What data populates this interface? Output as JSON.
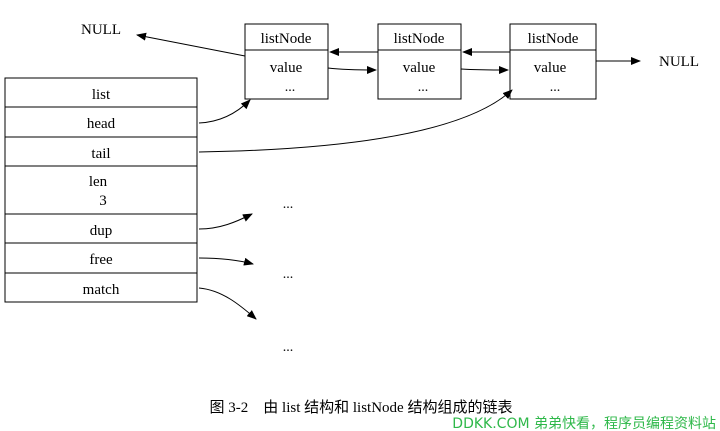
{
  "null_left": "NULL",
  "null_right": "NULL",
  "list_struct": {
    "title": "list",
    "fields": [
      {
        "id": "head",
        "label": "head"
      },
      {
        "id": "tail",
        "label": "tail"
      },
      {
        "id": "len",
        "label": "len",
        "value": "3"
      },
      {
        "id": "dup",
        "label": "dup"
      },
      {
        "id": "free",
        "label": "free"
      },
      {
        "id": "match",
        "label": "match"
      }
    ]
  },
  "nodes": [
    {
      "title": "listNode",
      "value": "value",
      "more": "..."
    },
    {
      "title": "listNode",
      "value": "value",
      "more": "..."
    },
    {
      "title": "listNode",
      "value": "value",
      "more": "..."
    }
  ],
  "targets": {
    "dup": "...",
    "free": "...",
    "match": "..."
  },
  "caption": "图 3-2    由 list 结构和 listNode 结构组成的链表",
  "watermark": "DDKK.COM 弟弟快看，程序员编程资料站",
  "colors": {
    "line": "#000000",
    "watermark": "#2fb84a"
  }
}
